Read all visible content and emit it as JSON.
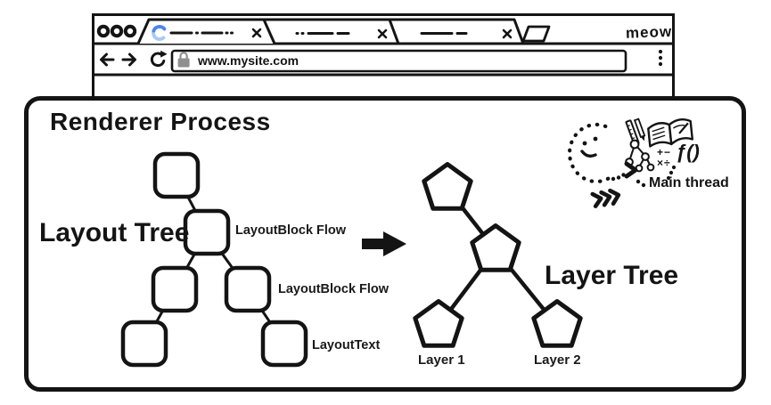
{
  "browser": {
    "brand": "meow",
    "url": "www.mysite.com",
    "tabs": [
      {
        "id": "tab-1",
        "loading": true
      },
      {
        "id": "tab-2",
        "loading": false
      },
      {
        "id": "tab-3",
        "loading": false
      }
    ],
    "icons": {
      "window_buttons": "three-circles",
      "close_tab": "x",
      "new_tab": "parallelogram",
      "back": "arrow-left",
      "forward": "arrow-right",
      "reload": "circular-arrow",
      "lock": "padlock",
      "menu": "three-dots-vertical"
    },
    "colors": {
      "ink": "#141414",
      "spinner_dark": "#4c86e8",
      "spinner_light": "#a9c9f3",
      "lock_gray": "#8f8f8f"
    }
  },
  "renderer_process": {
    "title": "Renderer Process",
    "layout_tree": {
      "title": "Layout Tree",
      "node_shape": "rounded-square",
      "node_count": 6,
      "labels": [
        {
          "text": "LayoutBlock Flow"
        },
        {
          "text": "LayoutBlock Flow"
        },
        {
          "text": "LayoutText"
        }
      ]
    },
    "transform_arrow": "right-arrow",
    "layer_tree": {
      "title": "Layer Tree",
      "node_shape": "pentagon",
      "node_count": 4,
      "leaf_labels": [
        "Layer 1",
        "Layer 2"
      ]
    },
    "main_thread": {
      "label": "Main thread",
      "doodle_icons": [
        "smiley-face",
        "ruler",
        "pencil",
        "open-book",
        "dom-tree",
        "math-symbols",
        "function-symbol",
        "dotted-trail",
        "chevrons"
      ],
      "math_top": "+−",
      "math_bottom": "×÷",
      "function_symbol": "ƒ()"
    }
  }
}
